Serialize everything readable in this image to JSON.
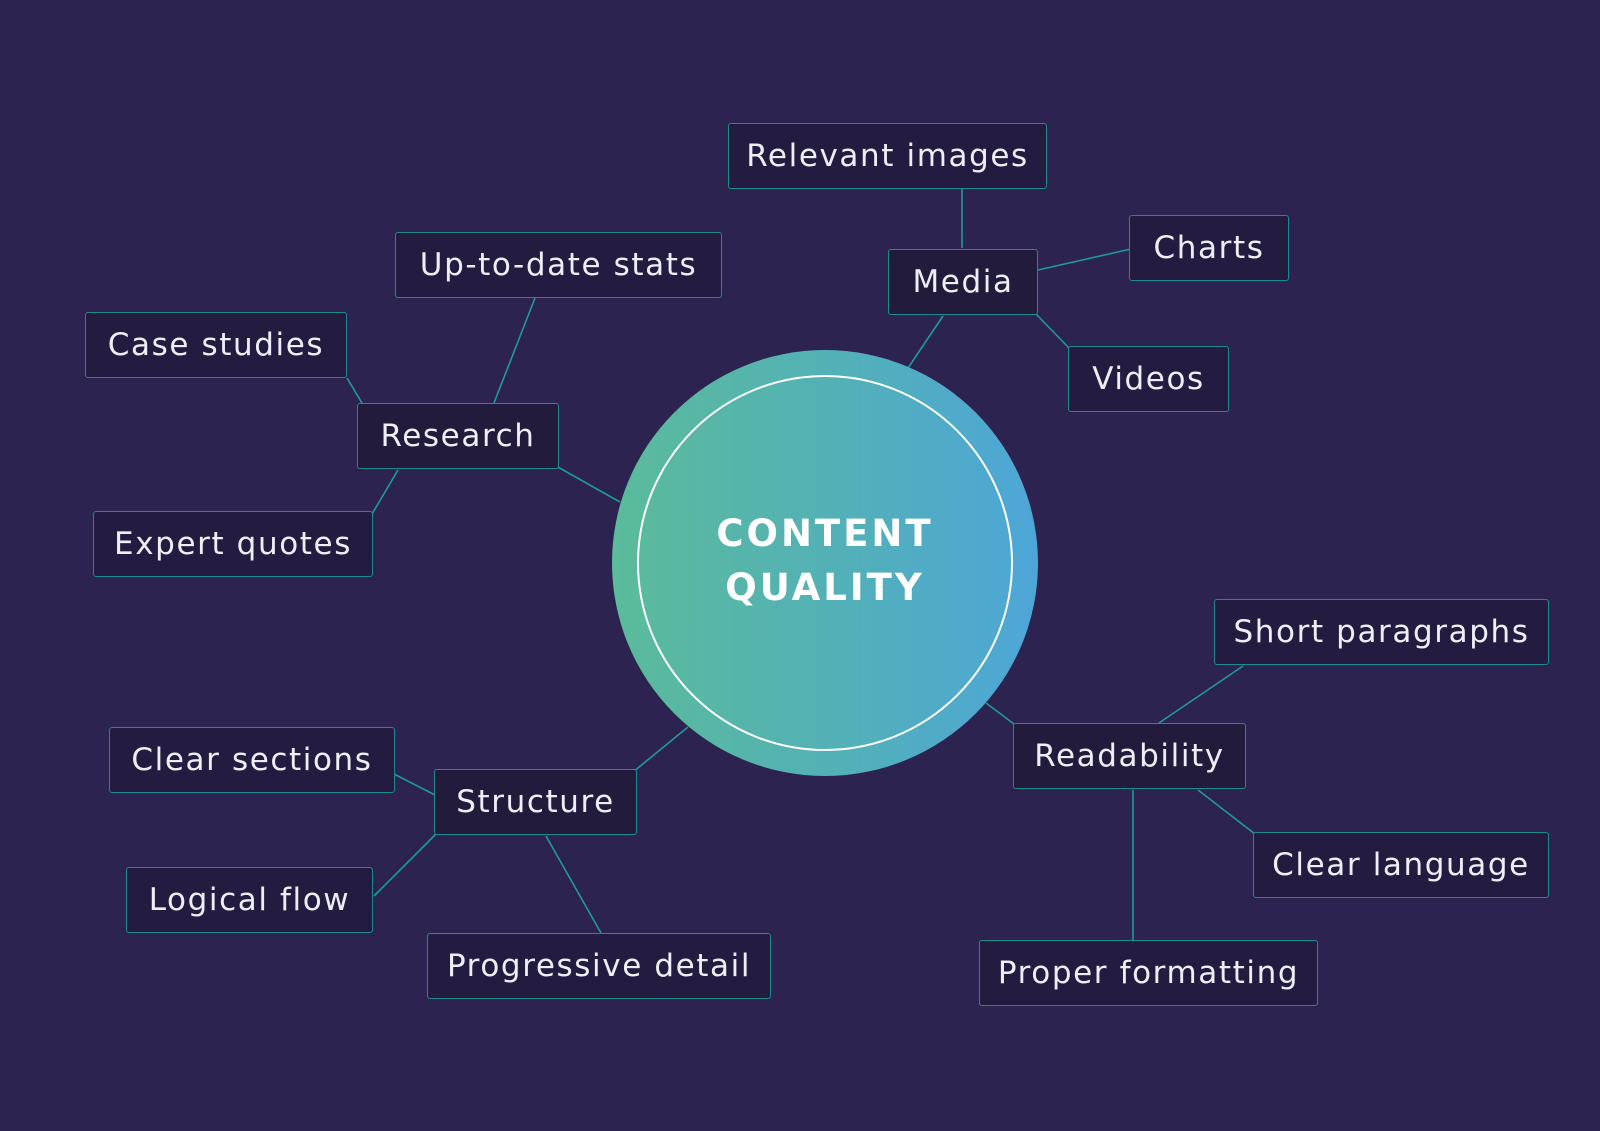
{
  "center": {
    "label": "CONTENT\nQUALITY"
  },
  "colors": {
    "background": "#2d2350",
    "box_fill": "#221b3c",
    "box_border": "#1f8c8c",
    "connector": "#1f9a9a",
    "gradient_start": "#5bbb9a",
    "gradient_end": "#4ea6d8",
    "text": "#eeeef6"
  },
  "branches": {
    "research": {
      "label": "Research",
      "children": [
        "Up-to-date stats",
        "Case studies",
        "Expert quotes"
      ]
    },
    "media": {
      "label": "Media",
      "children": [
        "Relevant images",
        "Charts",
        "Videos"
      ]
    },
    "structure": {
      "label": "Structure",
      "children": [
        "Clear sections",
        "Logical flow",
        "Progressive detail"
      ]
    },
    "readability": {
      "label": "Readability",
      "children": [
        "Short paragraphs",
        "Clear language",
        "Proper formatting"
      ]
    }
  }
}
